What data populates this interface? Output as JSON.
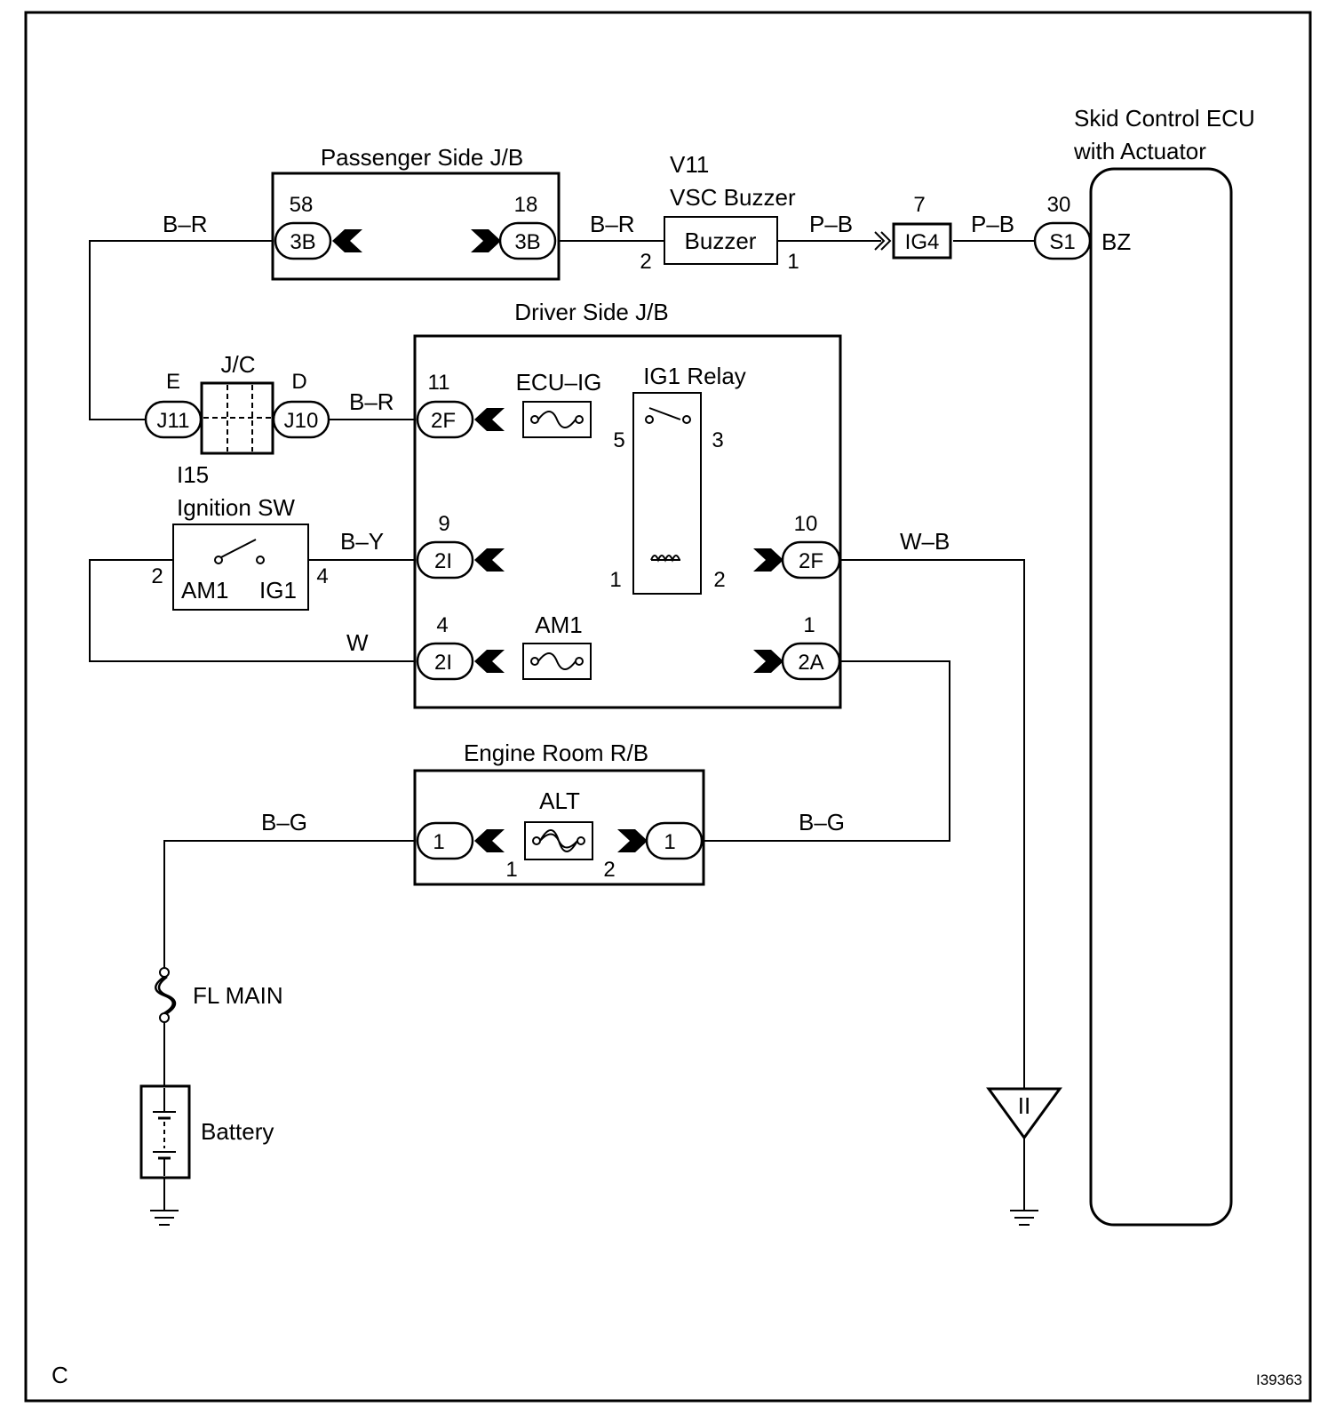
{
  "components": {
    "passenger_jb": "Passenger Side J/B",
    "driver_jb": "Driver Side J/B",
    "buzzer_id": "V11",
    "buzzer_name": "VSC Buzzer",
    "buzzer_label": "Buzzer",
    "ecu_line1": "Skid Control ECU",
    "ecu_line2": "with Actuator",
    "jc_label": "J/C",
    "ig1_relay": "IG1 Relay",
    "ecu_ig_fuse": "ECU–IG",
    "am1_fuse": "AM1",
    "ign_sw_id": "I15",
    "ign_sw_name": "Ignition SW",
    "ign_sw_am1": "AM1",
    "ign_sw_ig1": "IG1",
    "engine_rb": "Engine Room R/B",
    "alt_fuse": "ALT",
    "fl_main": "FL MAIN",
    "battery": "Battery",
    "ecu_terminal": "BZ",
    "corner_letter": "C",
    "figure_id": "I39363"
  },
  "connectors": {
    "pj_left": "3B",
    "pj_right": "3B",
    "ig4": "IG4",
    "s1": "S1",
    "j11": "J11",
    "j10": "J10",
    "dj_2f_top": "2F",
    "dj_2i_mid": "2I",
    "dj_2i_bot": "2I",
    "dj_2f_right": "2F",
    "dj_2a": "2A",
    "er_left": "1",
    "er_right": "1"
  },
  "pins": {
    "pj_left": "58",
    "pj_right": "18",
    "buzzer_in": "2",
    "buzzer_out": "1",
    "ig4": "7",
    "s1": "30",
    "jc_e": "E",
    "jc_d": "D",
    "dj_2f_top": "11",
    "relay_5": "5",
    "relay_3": "3",
    "relay_1": "1",
    "relay_2": "2",
    "dj_2i_mid": "9",
    "dj_2f_right": "10",
    "dj_2i_bot": "4",
    "dj_2a": "1",
    "ign_sw_left": "2",
    "ign_sw_right": "4",
    "alt_1": "1",
    "alt_2": "2"
  },
  "wires": {
    "br_top_left": "B–R",
    "br_top_right": "B–R",
    "pb_left": "P–B",
    "pb_right": "P–B",
    "br_jc": "B–R",
    "by": "B–Y",
    "w": "W",
    "wb": "W–B",
    "bg_left": "B–G",
    "bg_right": "B–G"
  },
  "ground_symbol": "II"
}
